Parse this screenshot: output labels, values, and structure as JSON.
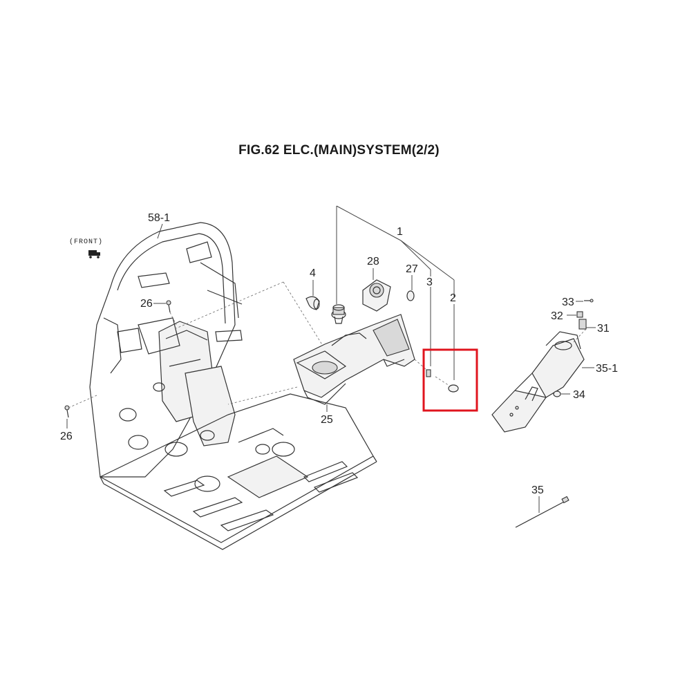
{
  "figure": {
    "title": "FIG.62 ELC.(MAIN)SYSTEM(2/2)",
    "front_label": "(FRONT)"
  },
  "callouts": [
    {
      "id": "58-1",
      "text": "58-1"
    },
    {
      "id": "26a",
      "text": "26"
    },
    {
      "id": "26b",
      "text": "26"
    },
    {
      "id": "1",
      "text": "1"
    },
    {
      "id": "4",
      "text": "4"
    },
    {
      "id": "28",
      "text": "28"
    },
    {
      "id": "27",
      "text": "27"
    },
    {
      "id": "3",
      "text": "3"
    },
    {
      "id": "2",
      "text": "2"
    },
    {
      "id": "25",
      "text": "25"
    },
    {
      "id": "33",
      "text": "33"
    },
    {
      "id": "32",
      "text": "32"
    },
    {
      "id": "31",
      "text": "31"
    },
    {
      "id": "35-1",
      "text": "35-1"
    },
    {
      "id": "34",
      "text": "34"
    },
    {
      "id": "35",
      "text": "35"
    }
  ],
  "colors": {
    "highlight": "#e0141e",
    "line": "#333333"
  }
}
